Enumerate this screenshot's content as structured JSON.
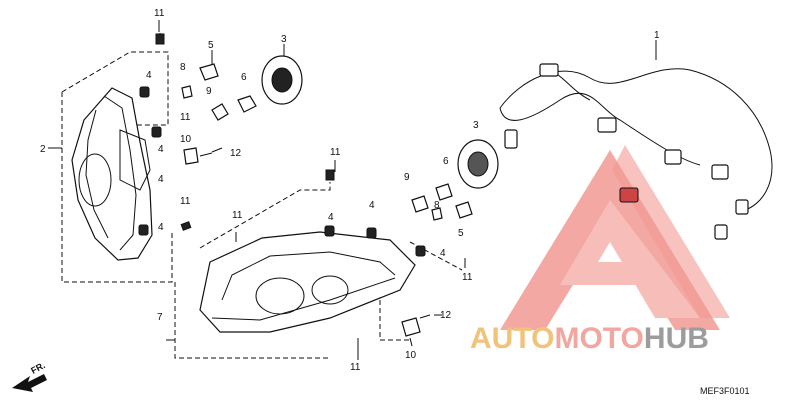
{
  "diagram": {
    "code": "MEF3F0101",
    "front_label": "FR.",
    "watermark": {
      "part1": "AUTO",
      "part2": "MOTO",
      "part3": "HUB"
    },
    "callouts": [
      {
        "id": "c1",
        "text": "1"
      },
      {
        "id": "c2",
        "text": "2"
      },
      {
        "id": "c3a",
        "text": "3"
      },
      {
        "id": "c3b",
        "text": "3"
      },
      {
        "id": "c4a",
        "text": "4"
      },
      {
        "id": "c4b",
        "text": "4"
      },
      {
        "id": "c4c",
        "text": "4"
      },
      {
        "id": "c4d",
        "text": "4"
      },
      {
        "id": "c4e",
        "text": "4"
      },
      {
        "id": "c4f",
        "text": "4"
      },
      {
        "id": "c4g",
        "text": "4"
      },
      {
        "id": "c5a",
        "text": "5"
      },
      {
        "id": "c5b",
        "text": "5"
      },
      {
        "id": "c6a",
        "text": "6"
      },
      {
        "id": "c6b",
        "text": "6"
      },
      {
        "id": "c7",
        "text": "7"
      },
      {
        "id": "c8a",
        "text": "8"
      },
      {
        "id": "c8b",
        "text": "8"
      },
      {
        "id": "c9a",
        "text": "9"
      },
      {
        "id": "c9b",
        "text": "9"
      },
      {
        "id": "c10a",
        "text": "10"
      },
      {
        "id": "c10b",
        "text": "10"
      },
      {
        "id": "c11a",
        "text": "11"
      },
      {
        "id": "c11b",
        "text": "11"
      },
      {
        "id": "c11c",
        "text": "11"
      },
      {
        "id": "c11d",
        "text": "11"
      },
      {
        "id": "c11e",
        "text": "11"
      },
      {
        "id": "c11f",
        "text": "11"
      },
      {
        "id": "c11g",
        "text": "11"
      },
      {
        "id": "c12a",
        "text": "12"
      },
      {
        "id": "c12b",
        "text": "12"
      }
    ]
  }
}
